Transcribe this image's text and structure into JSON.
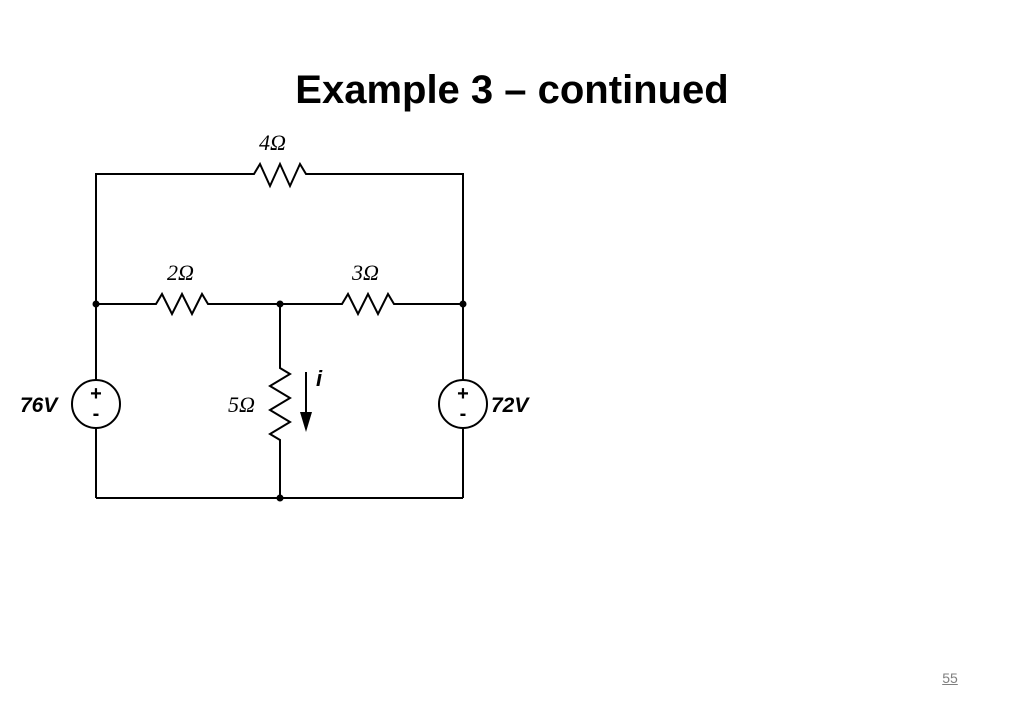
{
  "slide": {
    "title": "Example 3 – continued",
    "page_number": "55"
  },
  "circuit": {
    "resistors": {
      "top": "4Ω",
      "left": "2Ω",
      "right": "3Ω",
      "middle": "5Ω"
    },
    "sources": {
      "left": {
        "label": "76V",
        "plus": "+",
        "minus": "-"
      },
      "right": {
        "label": "72V",
        "plus": "+",
        "minus": "-"
      }
    },
    "current_label": "i"
  }
}
